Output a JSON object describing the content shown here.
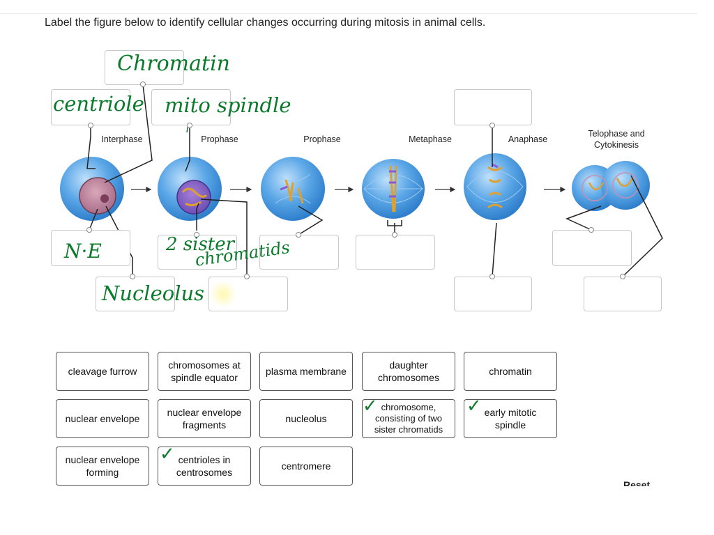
{
  "instruction": "Label the figure below to identify cellular changes occurring during mitosis in animal cells.",
  "stages": [
    {
      "label": "Interphase"
    },
    {
      "label": "Prophase"
    },
    {
      "label": "Prophase"
    },
    {
      "label": "Metaphase"
    },
    {
      "label": "Anaphase"
    },
    {
      "label": "Telophase and Cytokinesis"
    }
  ],
  "handwritten": {
    "chromatin": "Chromatin",
    "centriole": "centriole",
    "mito_spindle": "mito spindle",
    "ne": "N·E",
    "sister": "2 sister",
    "chromatids": "chromatids",
    "nucleolus": "Nucleolus"
  },
  "label_chips": [
    {
      "text": "cleavage furrow",
      "checked": false
    },
    {
      "text": "chromosomes at spindle equator",
      "checked": false
    },
    {
      "text": "plasma membrane",
      "checked": false
    },
    {
      "text": "daughter chromosomes",
      "checked": false
    },
    {
      "text": "chromatin",
      "checked": false
    },
    {
      "text": "nuclear envelope",
      "checked": false
    },
    {
      "text": "nuclear envelope fragments",
      "checked": false
    },
    {
      "text": "nucleolus",
      "checked": false
    },
    {
      "text": "chromosome, consisting of two sister chromatids",
      "checked": true
    },
    {
      "text": "early mitotic spindle",
      "checked": true
    },
    {
      "text": "nuclear envelope forming",
      "checked": false
    },
    {
      "text": "centrioles in centrosomes",
      "checked": true
    },
    {
      "text": "centromere",
      "checked": false
    }
  ],
  "reset_label": "Reset",
  "colors": {
    "cell": "#4a9be0",
    "ink": "#0b7a2b",
    "chromosome": "#e0a030"
  }
}
